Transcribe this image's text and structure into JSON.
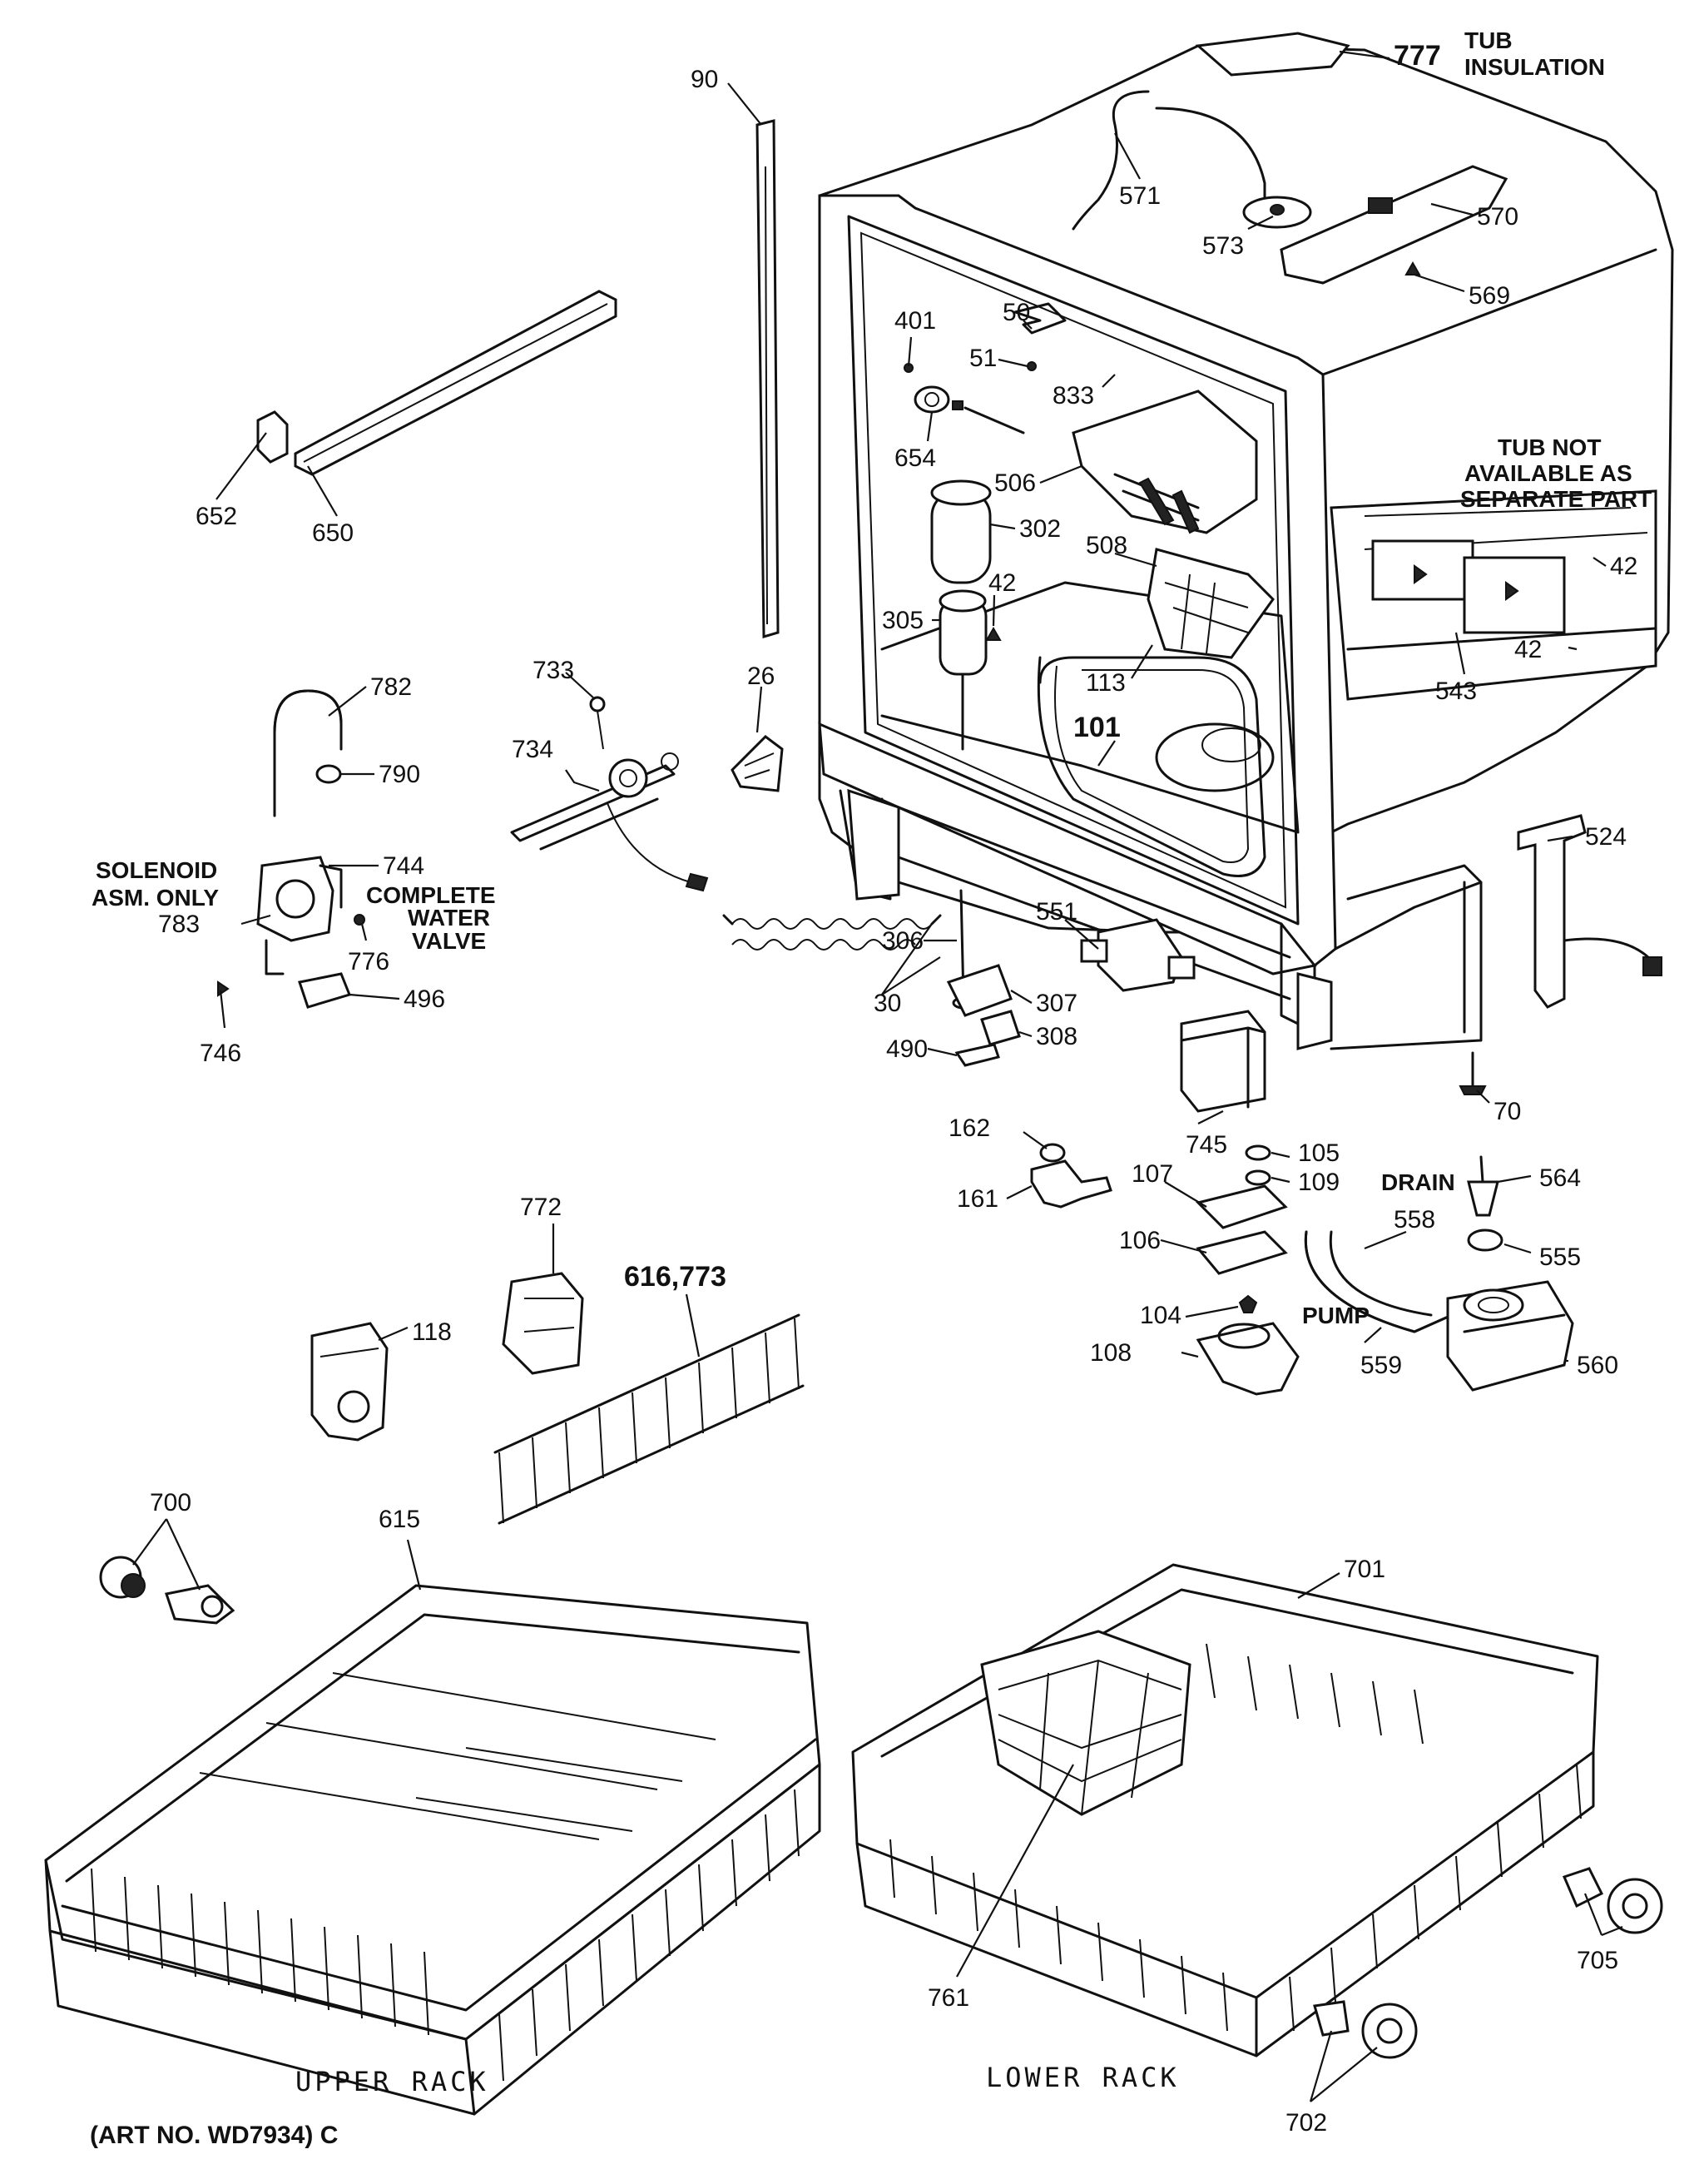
{
  "labels": {
    "p777": "777",
    "tub_insulation_1": "TUB",
    "tub_insulation_2": "INSULATION",
    "p90": "90",
    "p571": "571",
    "p573": "573",
    "p570": "570",
    "p569": "569",
    "p50": "50",
    "p401": "401",
    "p51": "51",
    "p833": "833",
    "p654": "654",
    "p506": "506",
    "p302": "302",
    "p508": "508",
    "p42a": "42",
    "p305": "305",
    "p42b": "42",
    "p42c": "42",
    "p113": "113",
    "p101": "101",
    "p543": "543",
    "p652": "652",
    "p650": "650",
    "p782": "782",
    "p790": "790",
    "p733": "733",
    "p734": "734",
    "p26": "26",
    "tub_note_1": "TUB NOT",
    "tub_note_2": "AVAILABLE AS",
    "tub_note_3": "SEPARATE PART",
    "solenoid_1": "SOLENOID",
    "solenoid_2": "ASM. ONLY",
    "p744": "744",
    "complete_1": "COMPLETE",
    "complete_2": "WATER",
    "complete_3": "VALVE",
    "p783": "783",
    "p776": "776",
    "p746": "746",
    "p496": "496",
    "p30": "30",
    "p306": "306",
    "p551": "551",
    "p307": "307",
    "p308": "308",
    "p490": "490",
    "p745": "745",
    "p524": "524",
    "p70": "70",
    "p162": "162",
    "p161": "161",
    "p107": "107",
    "p105": "105",
    "p109": "109",
    "p106": "106",
    "p104": "104",
    "p108": "108",
    "drain": "DRAIN",
    "p558": "558",
    "p564": "564",
    "p555": "555",
    "pump": "PUMP",
    "p559": "559",
    "p560": "560",
    "p772": "772",
    "p616_773": "616,773",
    "p118": "118",
    "p700": "700",
    "p615": "615",
    "p701": "701",
    "p761": "761",
    "p705": "705",
    "p702": "702"
  },
  "captions": {
    "upper_rack": "UPPER RACK",
    "lower_rack": "LOWER RACK",
    "art_no": "(ART NO. WD7934) C"
  }
}
